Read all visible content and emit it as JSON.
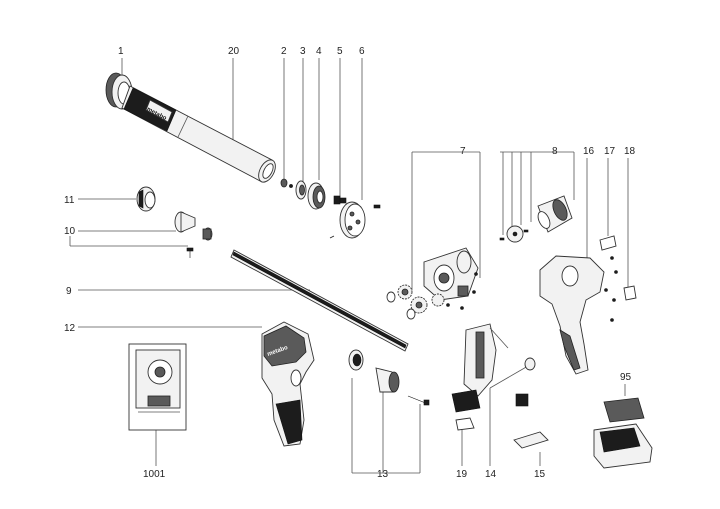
{
  "callouts": {
    "c1": "1",
    "c20": "20",
    "c2": "2",
    "c3": "3",
    "c4": "4",
    "c5": "5",
    "c6": "6",
    "c7": "7",
    "c8": "8",
    "c16": "16",
    "c17": "17",
    "c18": "18",
    "c11": "11",
    "c10": "10",
    "c9": "9",
    "c12": "12",
    "c95": "95",
    "c1001": "1001",
    "c13": "13",
    "c19": "19",
    "c14": "14",
    "c15": "15"
  },
  "brand": {
    "tube_logo": "metabo",
    "housing_logo": "metabo"
  },
  "colors": {
    "line": "#333333",
    "part_fill": "#f2f2f2",
    "dark_part": "#5a5a5a",
    "black_part": "#1c1c1c"
  }
}
